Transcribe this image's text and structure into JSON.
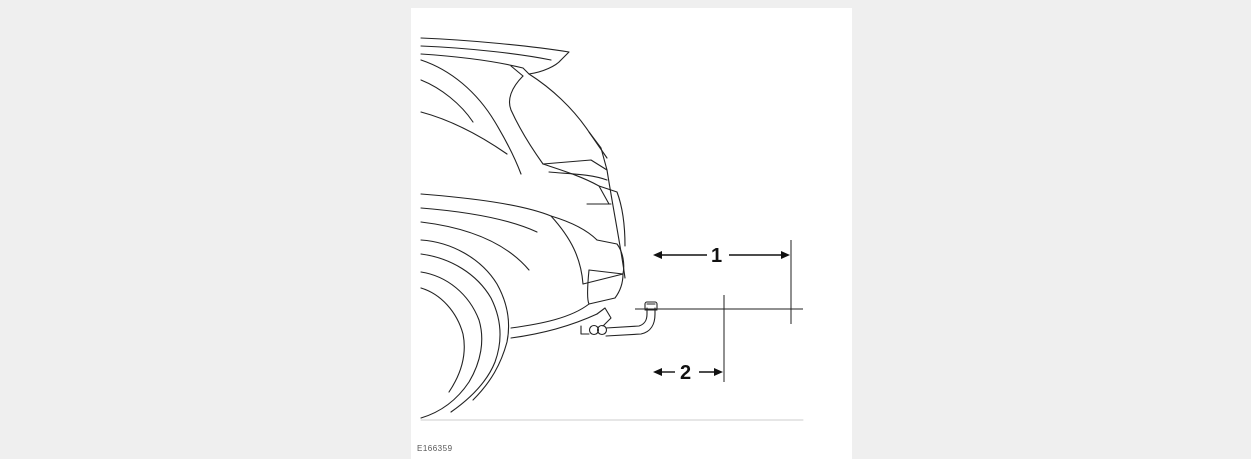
{
  "diagram": {
    "callouts": {
      "one": "1",
      "two": "2"
    },
    "figure_ref": "E166359",
    "colors": {
      "outline": "#222222",
      "panel": "#ffffff",
      "background": "#efefef"
    }
  }
}
